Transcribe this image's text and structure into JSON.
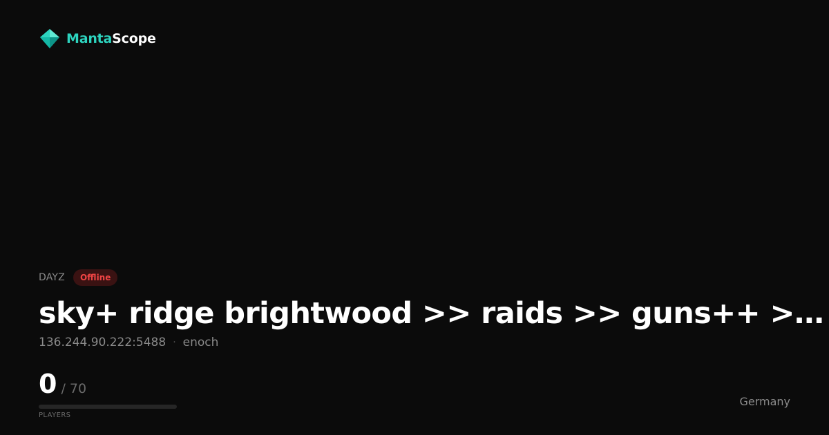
{
  "brand": {
    "name_part1": "Manta",
    "name_part2": "Scope",
    "logo_icon": "manta-diamond-icon",
    "accent_color": "#2dd4bf"
  },
  "server": {
    "game": "DAYZ",
    "status": "Offline",
    "status_color": "#ef4444",
    "title": "sky+ ridge brightwood >> raids >> guns++ >> sol...",
    "address": "136.244.90.222:5488",
    "separator": "·",
    "map": "enoch",
    "players_current": "0",
    "players_max": "/ 70",
    "players_label": "PLAYERS",
    "players_fill_fraction": 0,
    "country": "Germany"
  }
}
